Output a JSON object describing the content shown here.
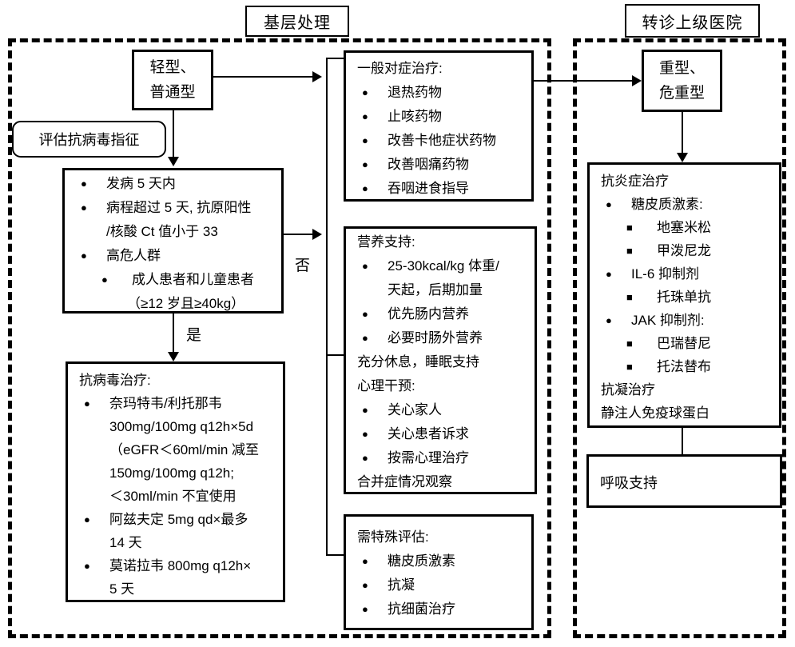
{
  "titles": {
    "primary": "基层处理",
    "referral": "转诊上级医院"
  },
  "labels": {
    "yes": "是",
    "no": "否"
  },
  "colors": {
    "line": "#000000",
    "background": "#ffffff"
  },
  "boxes": {
    "mild": {
      "line1": "轻型、",
      "line2": "普通型"
    },
    "assess": {
      "text": "评估抗病毒指征"
    },
    "criteria": {
      "lines": [
        {
          "b": "dot",
          "i": "b1",
          "t": "发病 5 天内"
        },
        {
          "b": "dot",
          "i": "b1",
          "t": "病程超过 5 天, 抗原阳性"
        },
        {
          "i": "c1",
          "t": "/核酸 Ct 值小于 33"
        },
        {
          "b": "dot",
          "i": "b1",
          "t": "高危人群"
        },
        {
          "b": "dot",
          "i": "b2",
          "t": "成人患者和儿童患者"
        },
        {
          "i": "c2",
          "t": "（≥12 岁且≥40kg）"
        }
      ]
    },
    "antiviral": {
      "lines": [
        {
          "i": "t",
          "t": "抗病毒治疗:"
        },
        {
          "b": "dot",
          "i": "b1",
          "t": "奈玛特韦/利托那韦"
        },
        {
          "i": "c1",
          "t": "300mg/100mg q12h×5d"
        },
        {
          "i": "c1",
          "t": "（eGFR＜60ml/min 减至"
        },
        {
          "i": "c1",
          "t": "150mg/100mg q12h;"
        },
        {
          "i": "c1",
          "t": "＜30ml/min 不宜使用"
        },
        {
          "b": "dot",
          "i": "b1",
          "t": "阿兹夫定 5mg qd×最多"
        },
        {
          "i": "c1",
          "t": "14 天"
        },
        {
          "b": "dot",
          "i": "b1",
          "t": "莫诺拉韦 800mg q12h×"
        },
        {
          "i": "c1",
          "t": "5 天"
        }
      ]
    },
    "symptomatic": {
      "lines": [
        {
          "i": "t",
          "t": "一般对症治疗:"
        },
        {
          "b": "dot",
          "i": "b1",
          "t": "退热药物"
        },
        {
          "b": "dot",
          "i": "b1",
          "t": "止咳药物"
        },
        {
          "b": "dot",
          "i": "b1",
          "t": "改善卡他症状药物"
        },
        {
          "b": "dot",
          "i": "b1",
          "t": "改善咽痛药物"
        },
        {
          "b": "dot",
          "i": "b1",
          "t": "吞咽进食指导"
        }
      ]
    },
    "nutrition": {
      "lines": [
        {
          "i": "t",
          "t": "营养支持:"
        },
        {
          "b": "dot",
          "i": "b1",
          "t": "25-30kcal/kg 体重/"
        },
        {
          "i": "c1",
          "t": "天起，后期加量"
        },
        {
          "b": "dot",
          "i": "b1",
          "t": "优先肠内营养"
        },
        {
          "b": "dot",
          "i": "b1",
          "t": "必要时肠外营养"
        },
        {
          "i": "t",
          "t": "充分休息，睡眠支持"
        },
        {
          "i": "t",
          "t": "心理干预:"
        },
        {
          "b": "dot",
          "i": "b1",
          "t": "关心家人"
        },
        {
          "b": "dot",
          "i": "b1",
          "t": "关心患者诉求"
        },
        {
          "b": "dot",
          "i": "b1",
          "t": "按需心理治疗"
        },
        {
          "i": "t",
          "t": "合并症情况观察"
        }
      ]
    },
    "special": {
      "lines": [
        {
          "i": "t",
          "t": "需特殊评估:"
        },
        {
          "b": "dot",
          "i": "b1",
          "t": "糖皮质激素"
        },
        {
          "b": "dot",
          "i": "b1",
          "t": "抗凝"
        },
        {
          "b": "dot",
          "i": "b1",
          "t": "抗细菌治疗"
        }
      ]
    },
    "severe": {
      "line1": "重型、",
      "line2": "危重型"
    },
    "antiinflammatory": {
      "lines": [
        {
          "i": "t",
          "t": "抗炎症治疗"
        },
        {
          "b": "dot",
          "i": "b1",
          "t": "糖皮质激素:"
        },
        {
          "b": "sq",
          "i": "b2",
          "t": "地塞米松"
        },
        {
          "b": "sq",
          "i": "b2",
          "t": "甲泼尼龙"
        },
        {
          "b": "dot",
          "i": "b1",
          "t": "IL-6 抑制剂"
        },
        {
          "b": "sq",
          "i": "b2",
          "t": "托珠单抗"
        },
        {
          "b": "dot",
          "i": "b1",
          "t": "JAK 抑制剂:"
        },
        {
          "b": "sq",
          "i": "b2",
          "t": "巴瑞替尼"
        },
        {
          "b": "sq",
          "i": "b2",
          "t": "托法替布"
        },
        {
          "i": "t",
          "t": "抗凝治疗"
        },
        {
          "i": "t",
          "t": "静注人免疫球蛋白"
        }
      ]
    },
    "respiratory": {
      "text": "呼吸支持"
    }
  }
}
